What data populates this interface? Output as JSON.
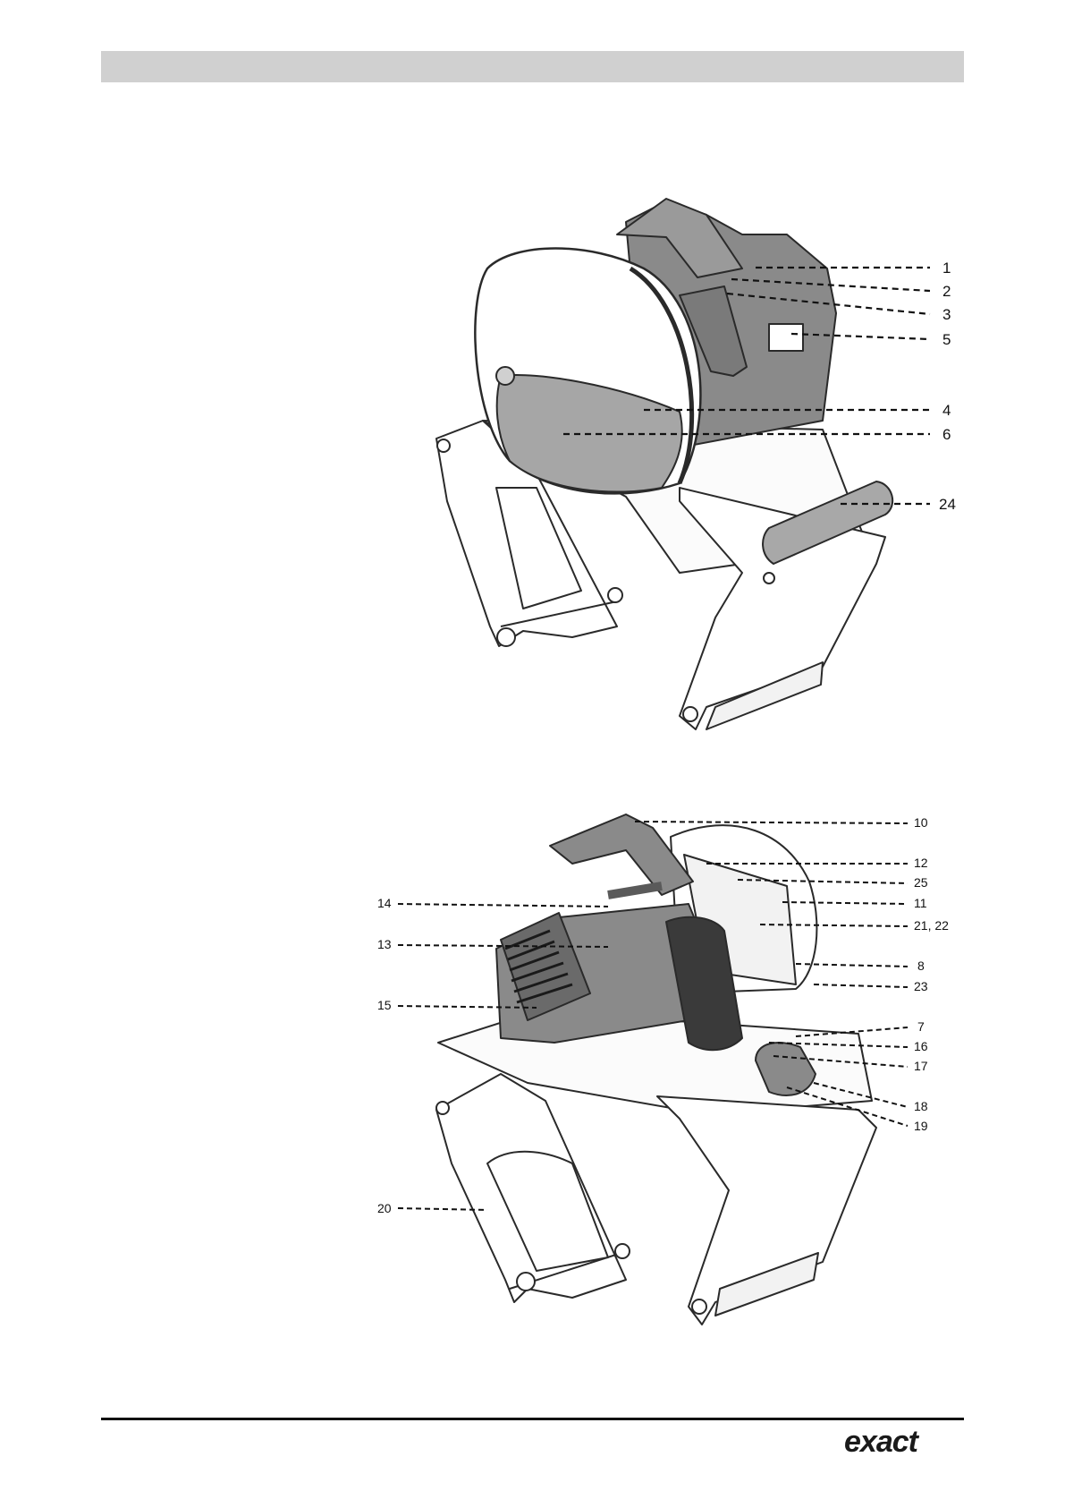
{
  "callouts_top": [
    "1",
    "2",
    "3",
    "5",
    "4",
    "6",
    "24"
  ],
  "callouts_bottom": [
    "10",
    "12",
    "25",
    "14",
    "11",
    "21, 22",
    "13",
    "8",
    "15",
    "23",
    "7",
    "16",
    "17",
    "18",
    "19",
    "20"
  ],
  "footer": {
    "logo": "exact"
  },
  "colors": {
    "header_bar": "#d0d0d0",
    "machine_dark": "#8a8a8a",
    "machine_mid": "#a6a6a6",
    "outline": "#2a2a2a"
  }
}
